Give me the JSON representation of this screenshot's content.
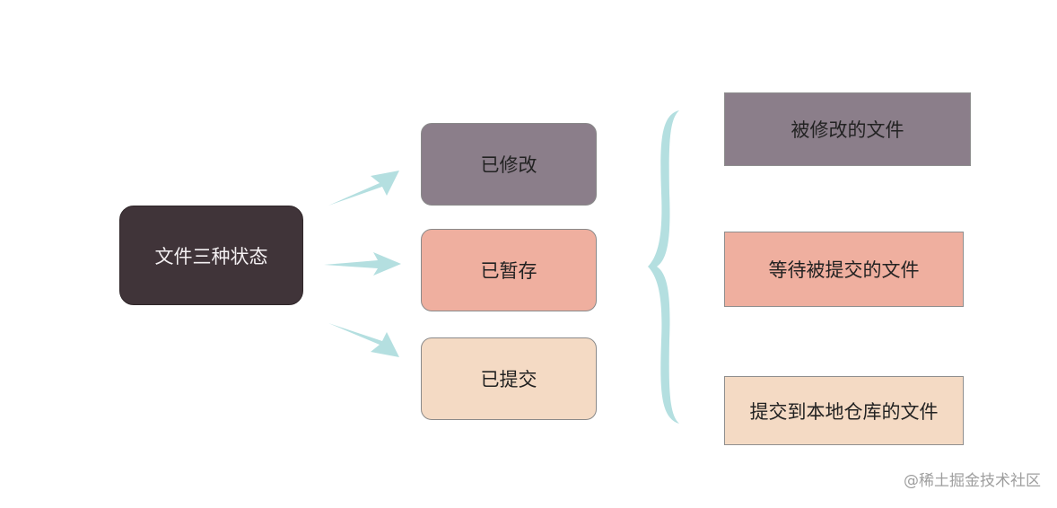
{
  "root": {
    "label": "文件三种状态"
  },
  "states": [
    {
      "label": "已修改",
      "color": "#8b7e8a"
    },
    {
      "label": "已暂存",
      "color": "#efaf9f"
    },
    {
      "label": "已提交",
      "color": "#f4dac4"
    }
  ],
  "descriptions": [
    {
      "label": "被修改的文件"
    },
    {
      "label": "等待被提交的文件"
    },
    {
      "label": "提交到本地仓库的文件"
    }
  ],
  "accent_color": "#b4dfe0",
  "watermark": "@稀土掘金技术社区"
}
